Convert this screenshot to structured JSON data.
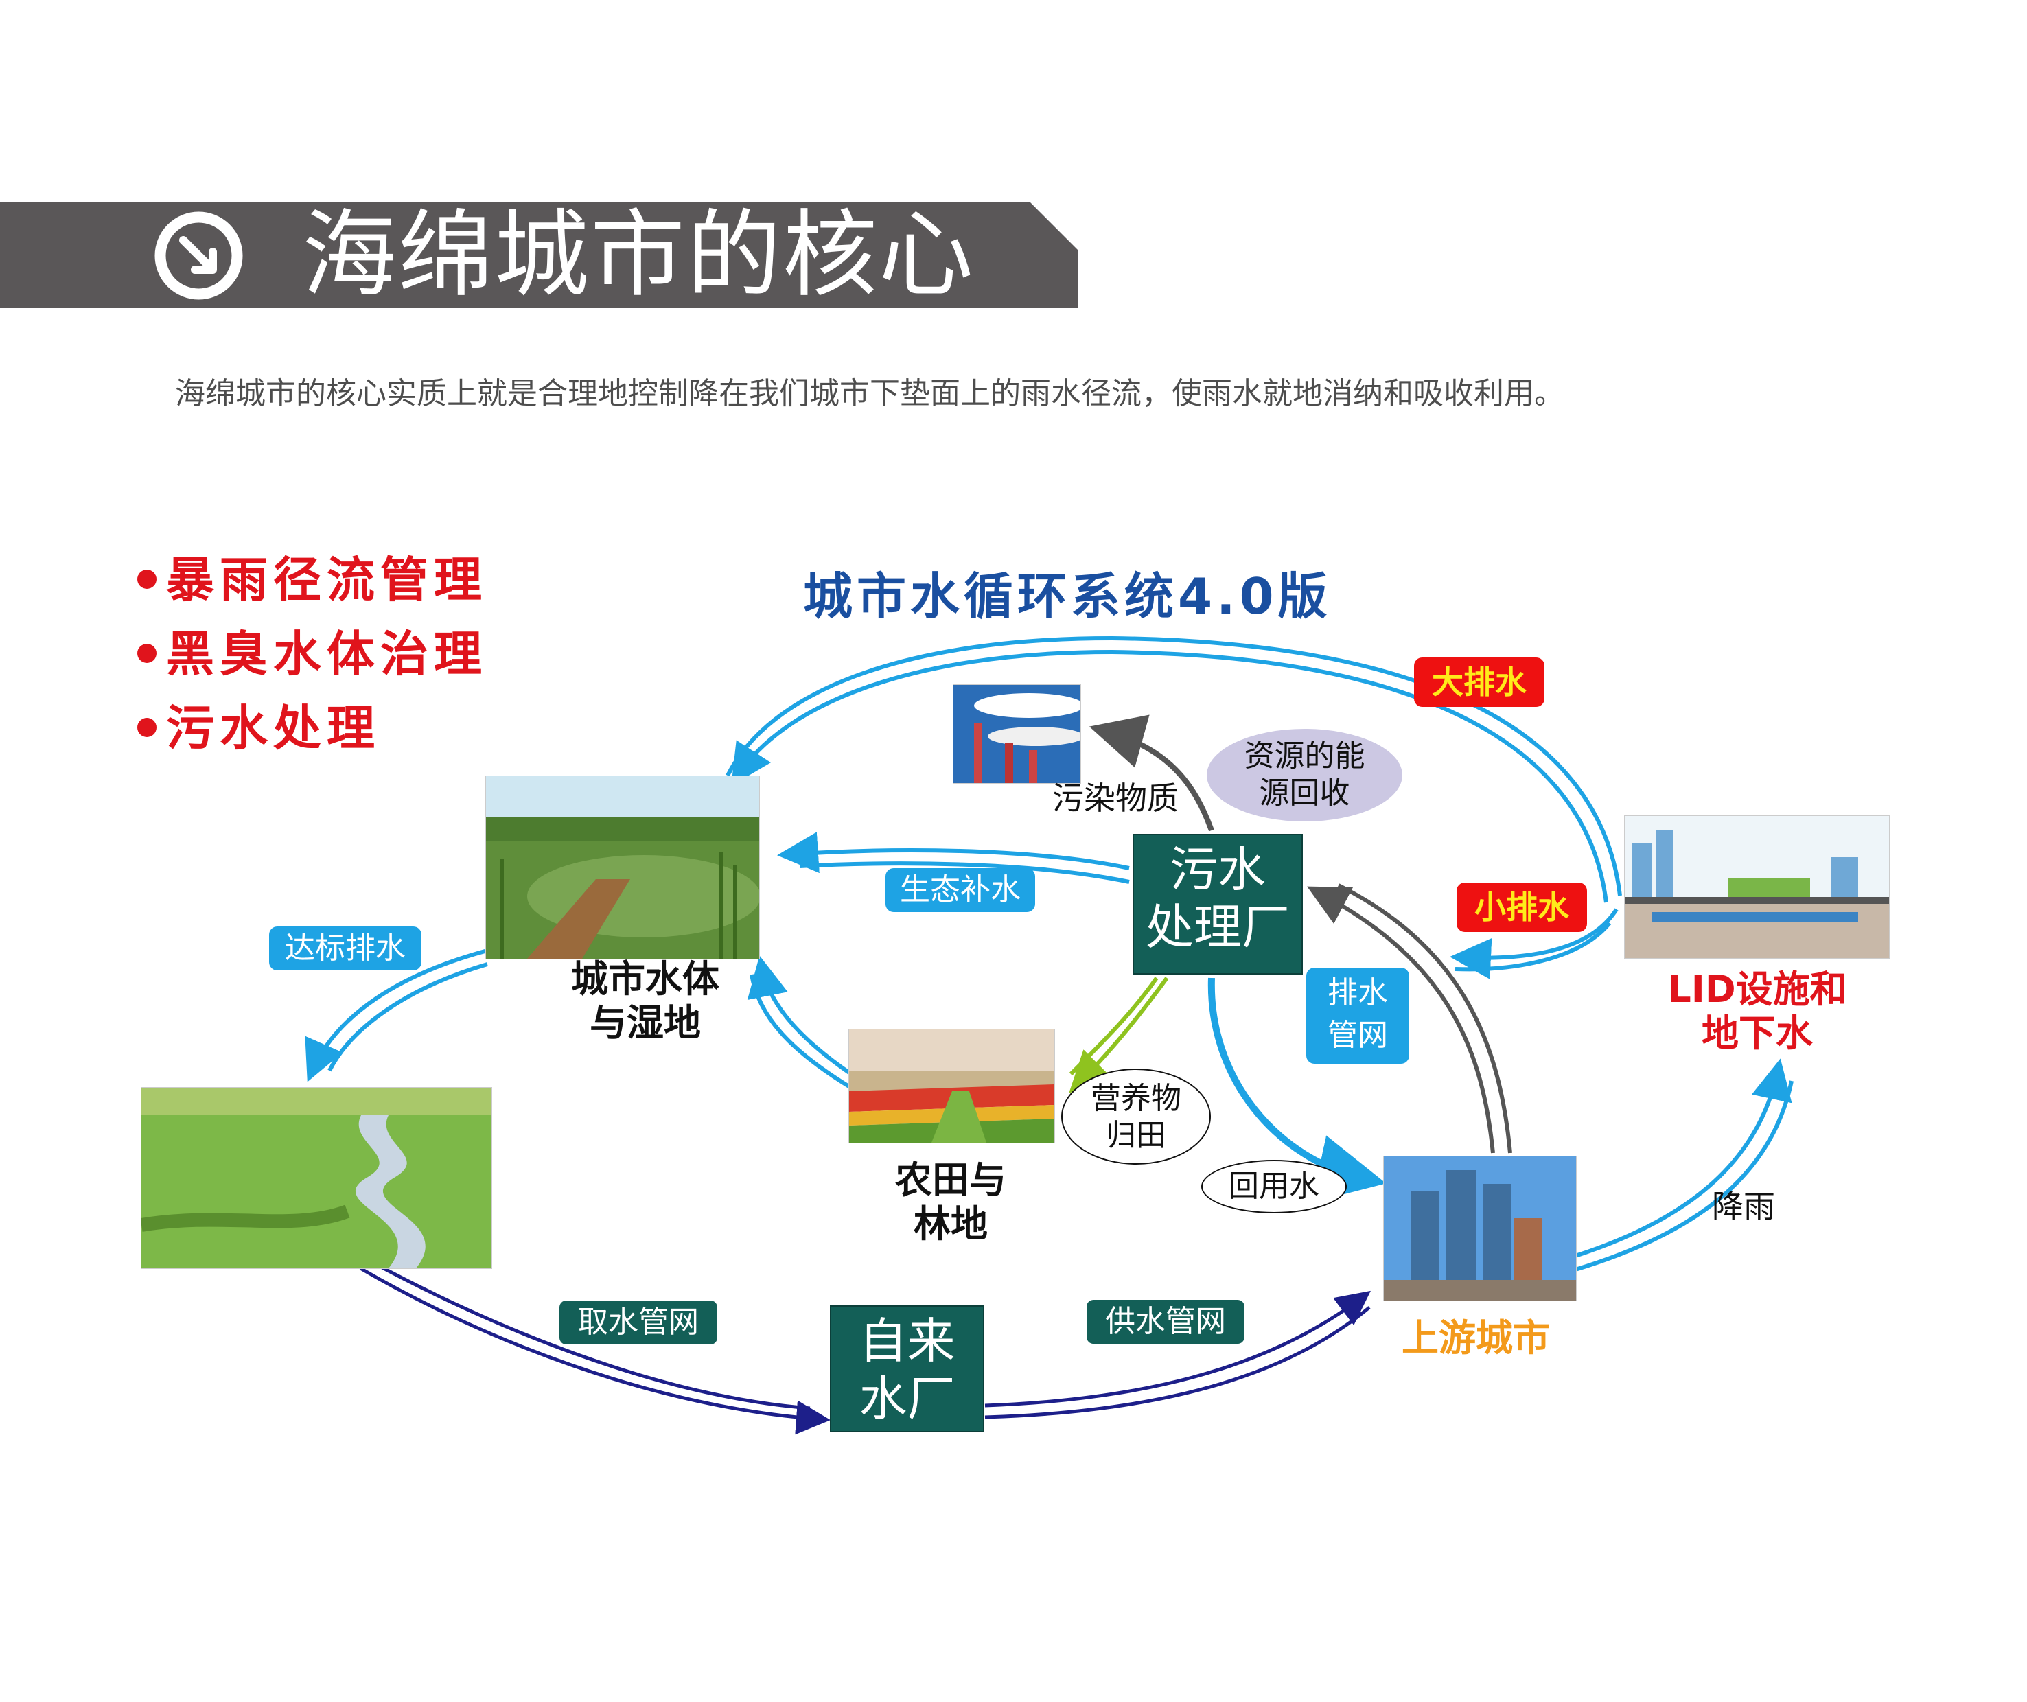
{
  "header": {
    "title": "海绵城市的核心",
    "intro": "海绵城市的核心实质上就是合理地控制降在我们城市下垫面上的雨水径流，使雨水就地消纳和吸收利用。"
  },
  "bullets": [
    "暴雨径流管理",
    "黑臭水体治理",
    "污水处理"
  ],
  "diagram": {
    "title": "城市水循环系统4.0版",
    "nodes": {
      "wetland": "城市水体\n与湿地",
      "farmland": "农田与\n林地",
      "upstream_city": "上游城市",
      "lid": "LID设施和\n地下水",
      "sewage_plant": "污水\n处理厂",
      "water_plant": "自来\n水厂"
    },
    "edge_labels": {
      "big_drain": "大排水",
      "small_drain": "小排水",
      "eco_supply": "生态补水",
      "standard_discharge": "达标排水",
      "drain_network": "排水\n管网",
      "intake_network": "取水管网",
      "supply_network": "供水管网",
      "pollutants": "污染物质",
      "resource_recovery": "资源的能\n源回收",
      "nutrients": "营养物\n归田",
      "reuse_water": "回用水",
      "rain": "降雨"
    }
  },
  "colors": {
    "banner": "#5a5758",
    "bullet_red": "#e0141c",
    "title_blue": "#1a4fa0",
    "box_green": "#135f57",
    "tag_blue": "#1ea3e4",
    "tag_red": "#ee1111",
    "upstream_orange": "#f39a1b",
    "lid_red": "#e0141c",
    "arrow_blue": "#1ea3e4",
    "arrow_navy": "#1d1f8a",
    "arrow_gray": "#555555",
    "arrow_green": "#8fc31f"
  }
}
